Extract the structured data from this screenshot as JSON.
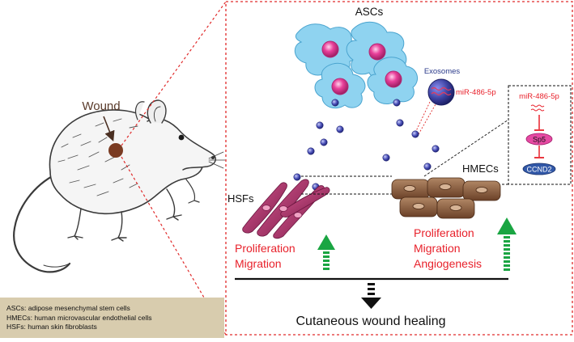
{
  "labels": {
    "wound": "Wound",
    "ascs": "ASCs",
    "exosomes": "Exosomes",
    "mirna_cargo": "miR-486-5p",
    "hsfs": "HSFs",
    "hmecs": "HMECs",
    "hsf_effect_1": "Proliferation",
    "hsf_effect_2": "Migration",
    "hmec_effect_1": "Proliferation",
    "hmec_effect_2": "Migration",
    "hmec_effect_3": "Angiogenesis",
    "outcome": "Cutaneous wound healing"
  },
  "pathway": {
    "mirna": "miR-486-5p",
    "target": "Sp5",
    "downstream": "CCND2"
  },
  "legend": [
    "ASCs: adipose mesenchymal stem cells",
    "HMECs: human microvascular endothelial cells",
    "HSFs: human skin fibroblasts"
  ],
  "colors": {
    "accent_red": "#e8212b",
    "frame_red": "#e02a2a",
    "asc_cell": "#8fd3f0",
    "asc_nucleus": "#e8409a",
    "exosome": "#3a3f9e",
    "fibroblast": "#a8326a",
    "endothelial": "#8a5a3a",
    "arrow_green": "#1aa542",
    "sp5_pill": "#e64aa3",
    "ccnd2_pill": "#3158a8",
    "legend_bg": "#d8ccae"
  }
}
